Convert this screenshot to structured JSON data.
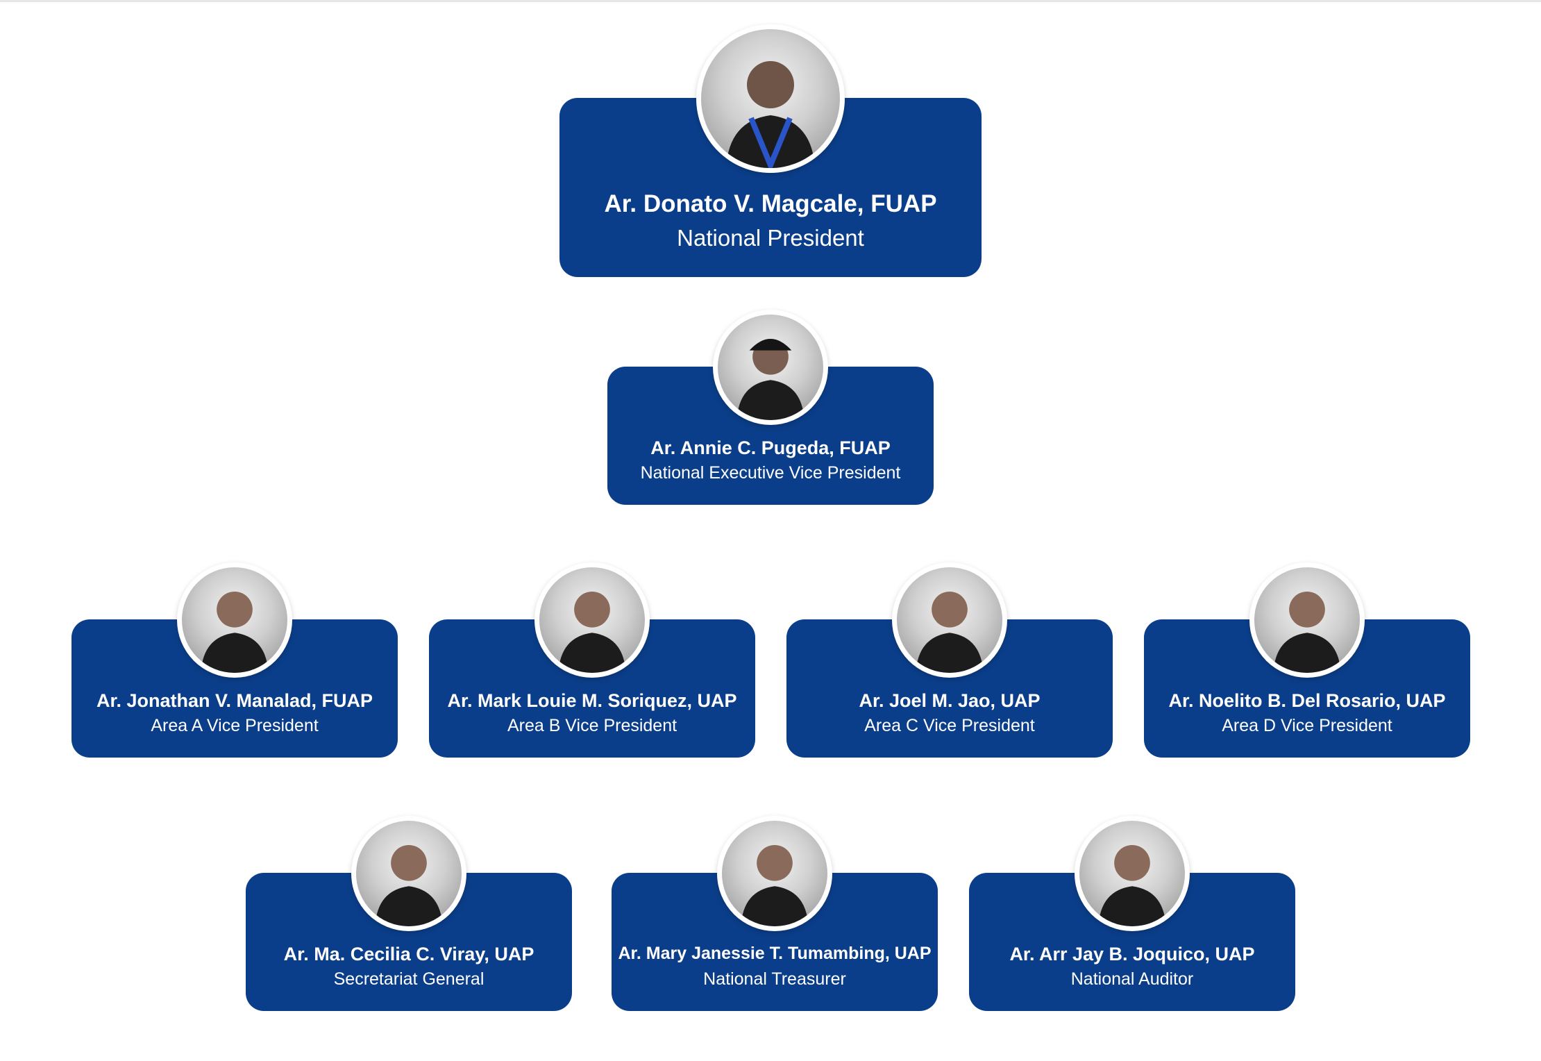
{
  "colors": {
    "card_bg": "#0b3e8a",
    "card_text": "#ffffff",
    "page_bg": "#ffffff"
  },
  "president": {
    "name": "Ar. Donato V. Magcale, FUAP",
    "role": "National President",
    "avatar_icon": "person-portrait-icon"
  },
  "evp": {
    "name": "Ar. Annie C. Pugeda, FUAP",
    "role": "National Executive Vice President",
    "avatar_icon": "person-portrait-icon"
  },
  "area_vps": [
    {
      "name": "Ar. Jonathan V. Manalad, FUAP",
      "role": "Area A Vice President"
    },
    {
      "name": "Ar. Mark Louie M. Soriquez, UAP",
      "role": "Area B Vice President"
    },
    {
      "name": "Ar. Joel M. Jao, UAP",
      "role": "Area C Vice President"
    },
    {
      "name": "Ar. Noelito B. Del Rosario, UAP",
      "role": "Area D Vice President"
    }
  ],
  "officers": [
    {
      "name": "Ar. Ma. Cecilia C. Viray, UAP",
      "role": "Secretariat General"
    },
    {
      "name": "Ar. Mary Janessie T. Tumambing, UAP",
      "role": "National Treasurer"
    },
    {
      "name": "Ar. Arr Jay B. Joquico, UAP",
      "role": "National Auditor"
    }
  ]
}
